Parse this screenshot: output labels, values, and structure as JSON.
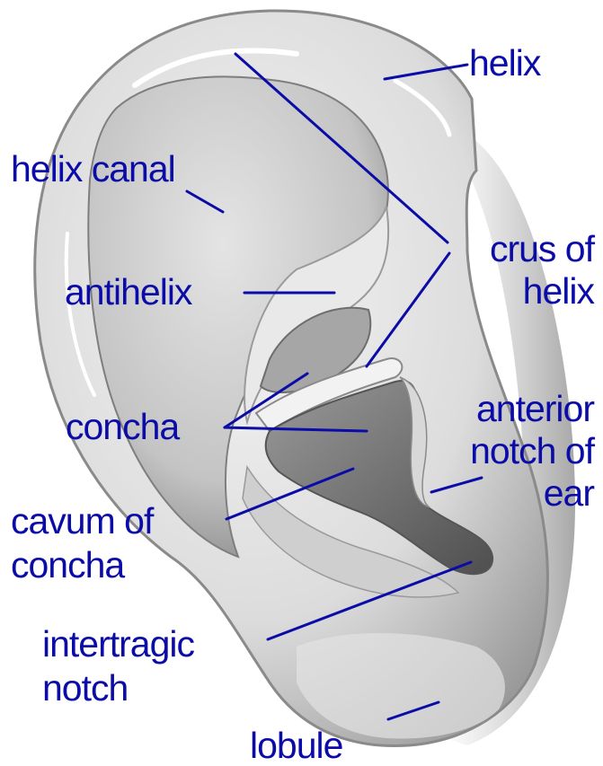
{
  "diagram": {
    "label_color": "#0b0ba8",
    "ear_colors": {
      "outline": "#6e6e6e",
      "shade_dark": "#7a7a7a",
      "shade_mid": "#b8b8b8",
      "shade_light": "#e6e6e6",
      "highlight": "#ffffff"
    },
    "labels": {
      "helix": "helix",
      "helix_canal": "helix canal",
      "crus_of_helix_1": "crus of",
      "crus_of_helix_2": "helix",
      "antihelix": "antihelix",
      "concha": "concha",
      "anterior_notch_1": "anterior",
      "anterior_notch_2": "notch of",
      "anterior_notch_3": "ear",
      "cavum_1": "cavum of",
      "cavum_2": "concha",
      "intertragic_1": "intertragic",
      "intertragic_2": "notch",
      "lobule": "lobule"
    }
  }
}
